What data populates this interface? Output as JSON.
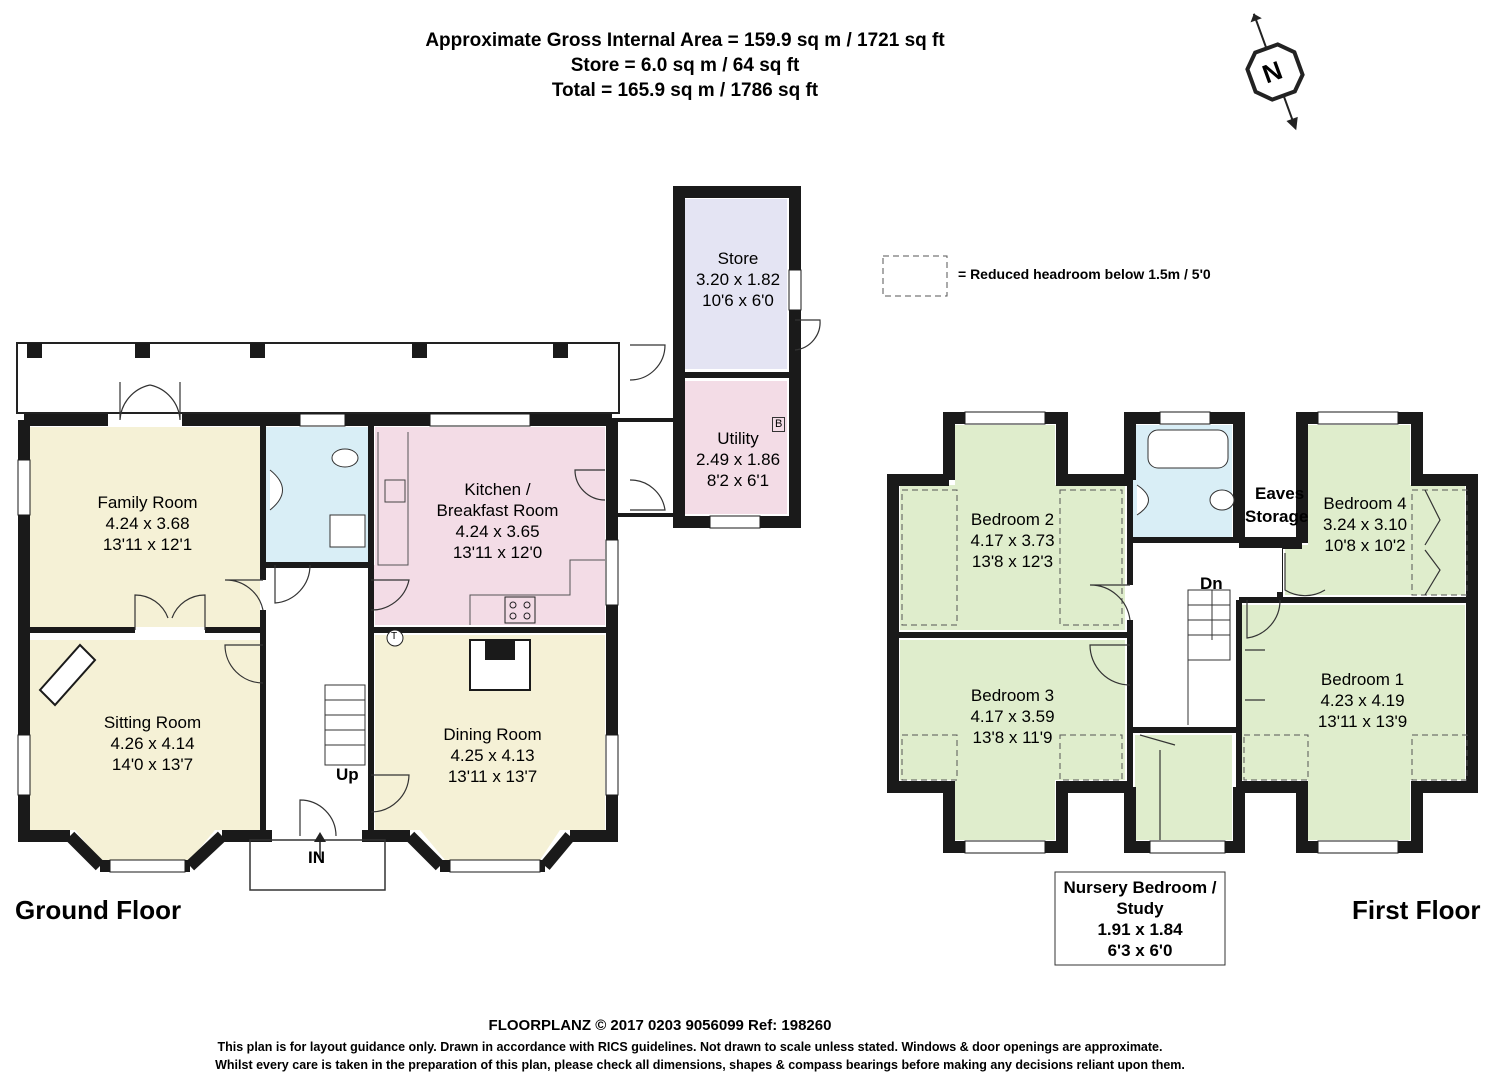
{
  "header": {
    "gross_area": "Approximate Gross Internal Area = 159.9 sq m / 1721 sq ft",
    "store_area": "Store = 6.0 sq m / 64 sq ft",
    "total_area": "Total = 165.9 sq m / 1786 sq ft"
  },
  "legend": {
    "reduced_headroom": "= Reduced headroom below 1.5m / 5'0"
  },
  "compass": {
    "label": "N"
  },
  "ground_floor": {
    "title": "Ground Floor",
    "rooms": [
      {
        "name": "Family Room",
        "metric": "4.24 x 3.68",
        "imperial": "13'11 x 12'1"
      },
      {
        "name": "Sitting Room",
        "metric": "4.26 x 4.14",
        "imperial": "14'0 x 13'7"
      },
      {
        "name": "Kitchen /",
        "name2": "Breakfast Room",
        "metric": "4.24 x 3.65",
        "imperial": "13'11 x 12'0"
      },
      {
        "name": "Dining Room",
        "metric": "4.25 x 4.13",
        "imperial": "13'11 x 13'7"
      },
      {
        "name": "Store",
        "metric": "3.20 x 1.82",
        "imperial": "10'6 x 6'0"
      },
      {
        "name": "Utility",
        "metric": "2.49 x 1.86",
        "imperial": "8'2 x 6'1"
      }
    ],
    "up_label": "Up",
    "in_label": "IN",
    "boiler_label": "B",
    "tank_label": "T"
  },
  "first_floor": {
    "title": "First Floor",
    "rooms": [
      {
        "name": "Bedroom 2",
        "metric": "4.17 x 3.73",
        "imperial": "13'8 x 12'3"
      },
      {
        "name": "Bedroom 3",
        "metric": "4.17 x 3.59",
        "imperial": "13'8 x 11'9"
      },
      {
        "name": "Bedroom 4",
        "metric": "3.24 x 3.10",
        "imperial": "10'8 x 10'2"
      },
      {
        "name": "Bedroom 1",
        "metric": "4.23 x 4.19",
        "imperial": "13'11 x 13'9"
      },
      {
        "name": "Nursery Bedroom /",
        "name2": "Study",
        "metric": "1.91 x 1.84",
        "imperial": "6'3 x 6'0"
      }
    ],
    "eaves_label": "Eaves",
    "storage_label": "Storage",
    "down_label": "Dn"
  },
  "footer": {
    "company": "FLOORPLANZ © 2017     0203 9056099  Ref: 198260",
    "disclaimer1": "This plan is for layout guidance only. Drawn in accordance with RICS guidelines. Not drawn to scale unless stated. Windows & door openings are approximate.",
    "disclaimer2": "Whilst every care is taken in the preparation of this plan, please check all dimensions, shapes & compass bearings before making any decisions reliant upon them."
  },
  "colors": {
    "wall": "#1a1a1a",
    "family_room": "#f5f1d6",
    "sitting_room": "#f5f1d6",
    "dining_room": "#f5f1d6",
    "kitchen": "#f3dce6",
    "utility": "#f3dce6",
    "bathroom": "#d9eef6",
    "store": "#e4e4f3",
    "bedroom": "#dfedcc",
    "hall": "#ffffff"
  }
}
